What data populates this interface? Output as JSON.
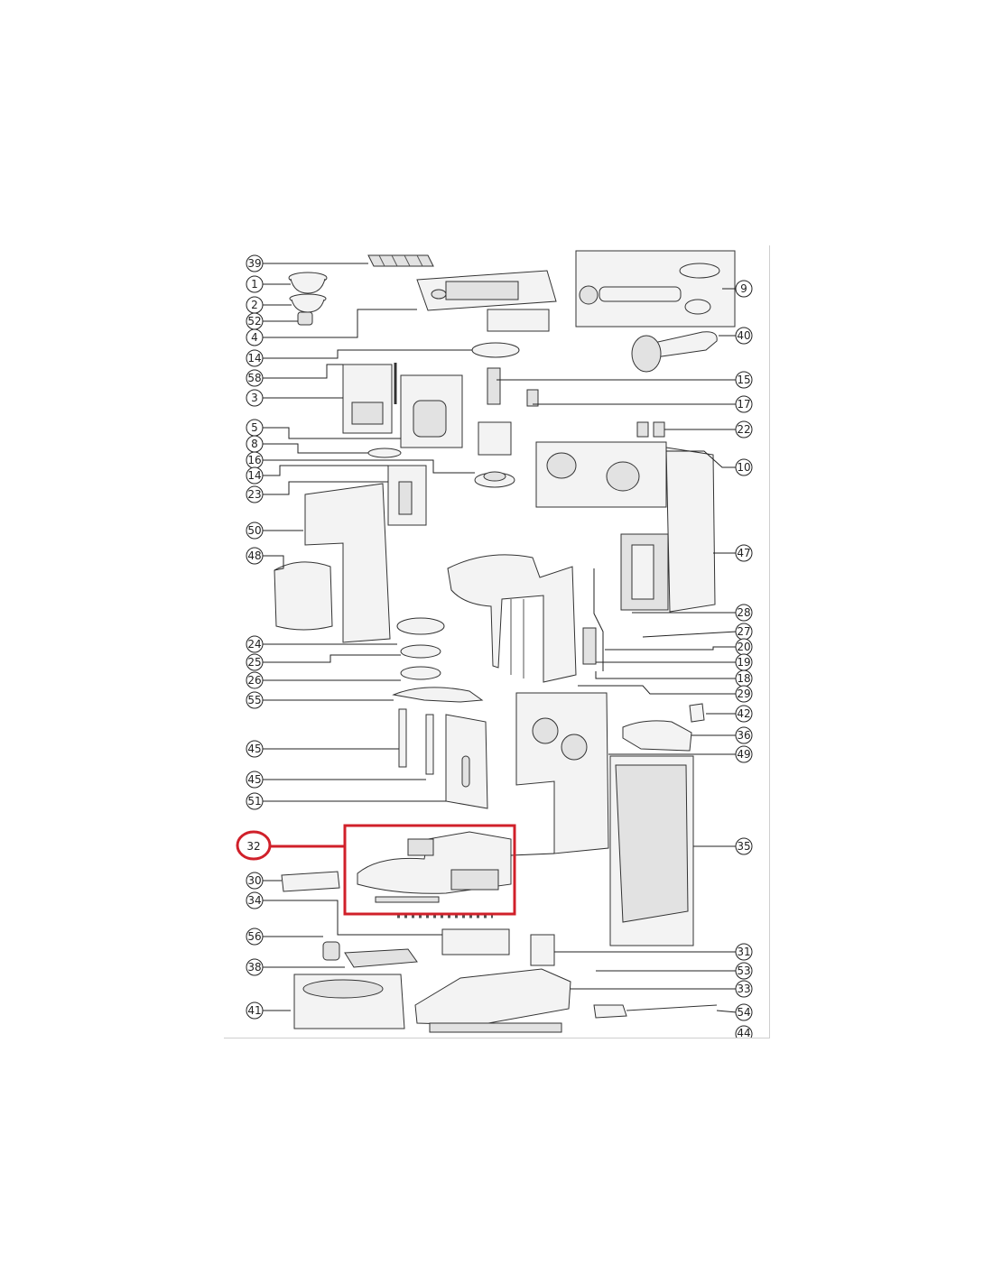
{
  "labels": {
    "l39": "39",
    "l1": "1",
    "l2": "2",
    "l52": "52",
    "l4": "4",
    "l14a": "14",
    "l58": "58",
    "l3": "3",
    "l5": "5",
    "l8": "8",
    "l16": "16",
    "l14b": "14",
    "l23": "23",
    "l50": "50",
    "l48": "48",
    "l24": "24",
    "l25": "25",
    "l26": "26",
    "l55": "55",
    "l45a": "45",
    "l45b": "45",
    "l51": "51",
    "l32": "32",
    "l30": "30",
    "l34": "34",
    "l56": "56",
    "l38": "38",
    "l41": "41",
    "l9": "9",
    "l40": "40",
    "l15": "15",
    "l17": "17",
    "l22": "22",
    "l10": "10",
    "l47": "47",
    "l28": "28",
    "l27": "27",
    "l20": "20",
    "l19": "19",
    "l18": "18",
    "l29": "29",
    "l42": "42",
    "l36": "36",
    "l49": "49",
    "l35": "35",
    "l31": "31",
    "l53": "53",
    "l33": "33",
    "l54": "54",
    "l44": "44"
  },
  "colors": {
    "highlight": "#d0202a",
    "line": "#222222"
  }
}
